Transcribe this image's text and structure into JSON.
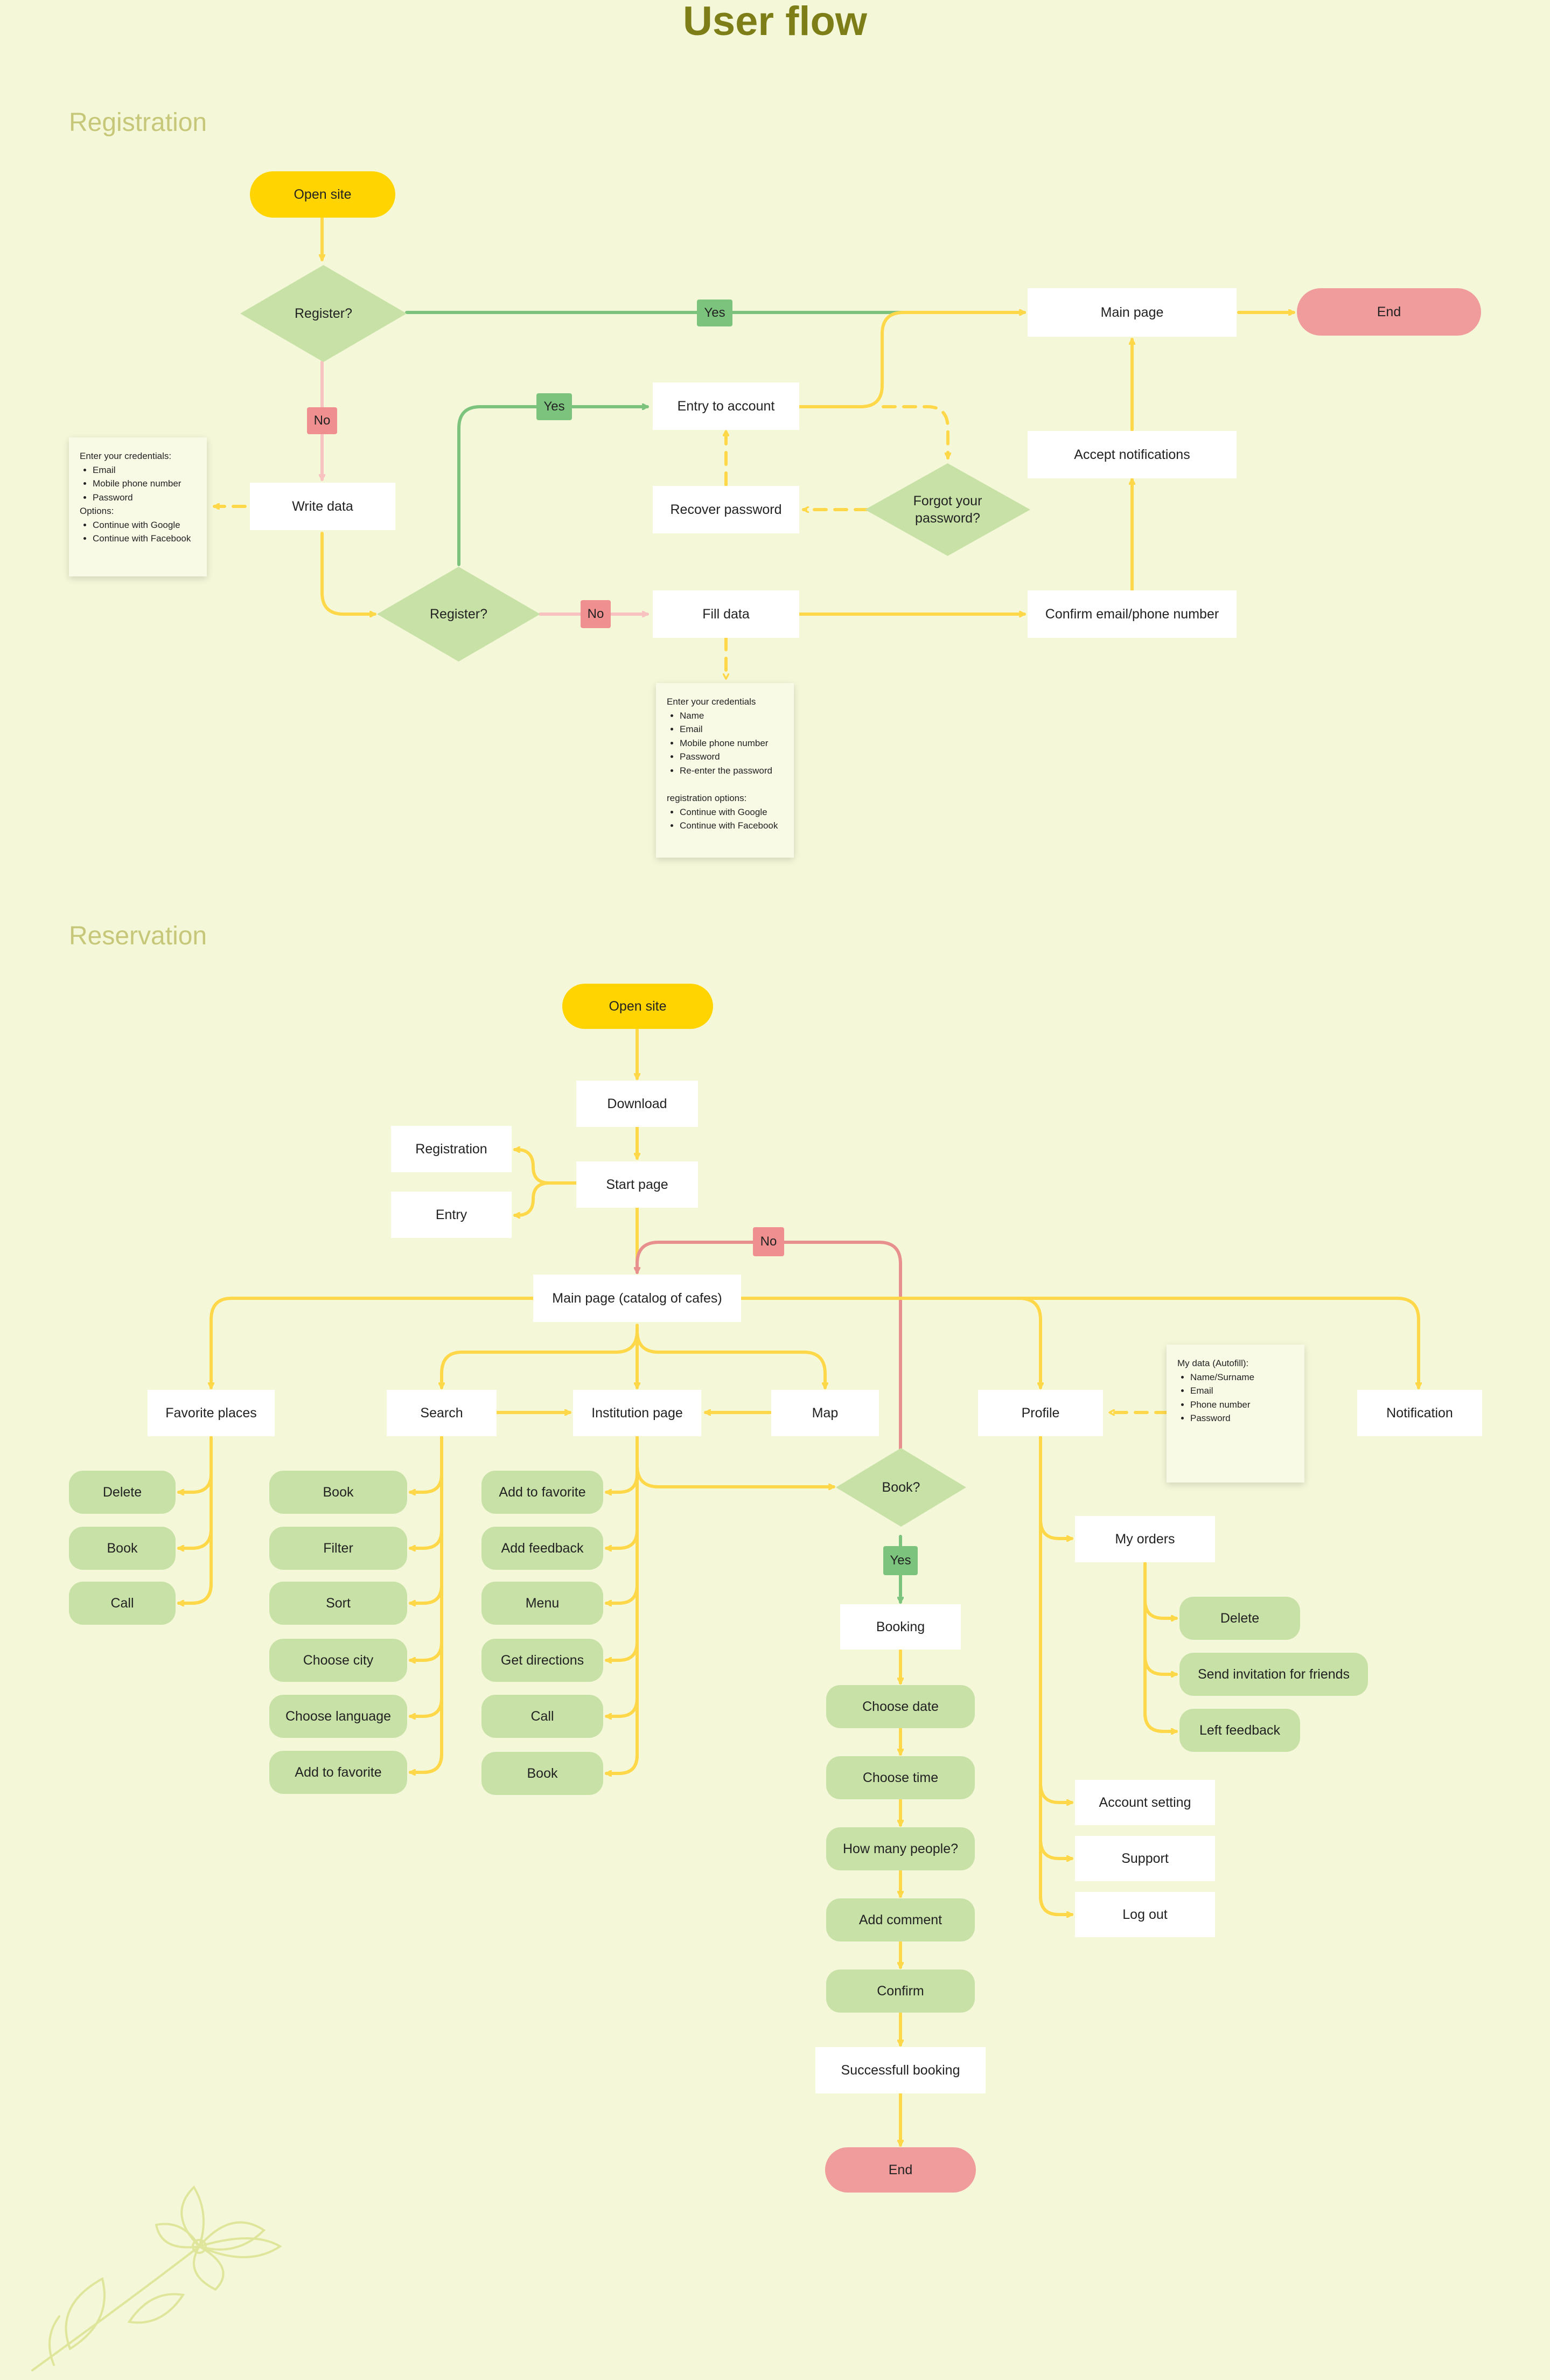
{
  "title": "User flow",
  "sections": {
    "registration": "Registration",
    "reservation": "Reservation"
  },
  "registration": {
    "open_site": "Open site",
    "register_q1": "Register?",
    "yes1": "Yes",
    "no1": "No",
    "main_page": "Main page",
    "end": "End",
    "write_data": "Write data",
    "entry_to_account": "Entry to account",
    "yes2": "Yes",
    "recover_password": "Recover password",
    "forgot_password": "Forgot your password?",
    "accept_notifications": "Accept notifications",
    "register_q2": "Register?",
    "no2": "No",
    "fill_data": "Fill data",
    "confirm_contact": "Confirm email/phone number",
    "note_login": {
      "heading": "Enter your credentials:",
      "items": [
        "Email",
        "Mobile phone number",
        "Password"
      ],
      "options_heading": "Options:",
      "options": [
        "Continue with Google",
        "Continue with Facebook"
      ]
    },
    "note_signup": {
      "heading": "Enter your credentials",
      "items": [
        "Name",
        "Email",
        "Mobile phone number",
        "Password",
        "Re-enter the password"
      ],
      "options_heading": "registration options:",
      "options": [
        "Continue with Google",
        "Continue with Facebook"
      ]
    }
  },
  "reservation": {
    "open_site": "Open site",
    "download": "Download",
    "registration": "Registration",
    "entry": "Entry",
    "start_page": "Start page",
    "no": "No",
    "main_page": "Main page (catalog of cafes)",
    "favorite_places": "Favorite places",
    "search": "Search",
    "institution_page": "Institution page",
    "map": "Map",
    "profile": "Profile",
    "notification": "Notification",
    "favorites_actions": [
      "Delete",
      "Book",
      "Call"
    ],
    "search_actions": [
      "Book",
      "Filter",
      "Sort",
      "Choose city",
      "Choose language",
      "Add to favorite"
    ],
    "institution_actions": [
      "Add to favorite",
      "Add feedback",
      "Menu",
      "Get directions",
      "Call",
      "Book"
    ],
    "book_q": "Book?",
    "yes": "Yes",
    "booking": "Booking",
    "booking_steps": [
      "Choose date",
      "Choose time",
      "How many people?",
      "Add comment",
      "Confirm"
    ],
    "success": "Successfull booking",
    "end": "End",
    "my_orders": "My orders",
    "order_actions": [
      "Delete",
      "Send invitation for friends",
      "Left feedback"
    ],
    "account_setting": "Account setting",
    "support": "Support",
    "log_out": "Log out",
    "note_profile": {
      "heading": "My data (Autofill):",
      "items": [
        "Name/Surname",
        "Email",
        "Phone number",
        "Password"
      ]
    }
  },
  "colors": {
    "background": "#f4f7d8",
    "title": "#7d7e18",
    "section": "#c6c778",
    "start": "#ffd400",
    "end": "#f09c9c",
    "action": "#c8e1a7",
    "connector_yellow": "#ffd84a",
    "connector_green": "#7cc47e",
    "connector_red": "#e8908e",
    "connector_pink": "#f7c2c0"
  }
}
